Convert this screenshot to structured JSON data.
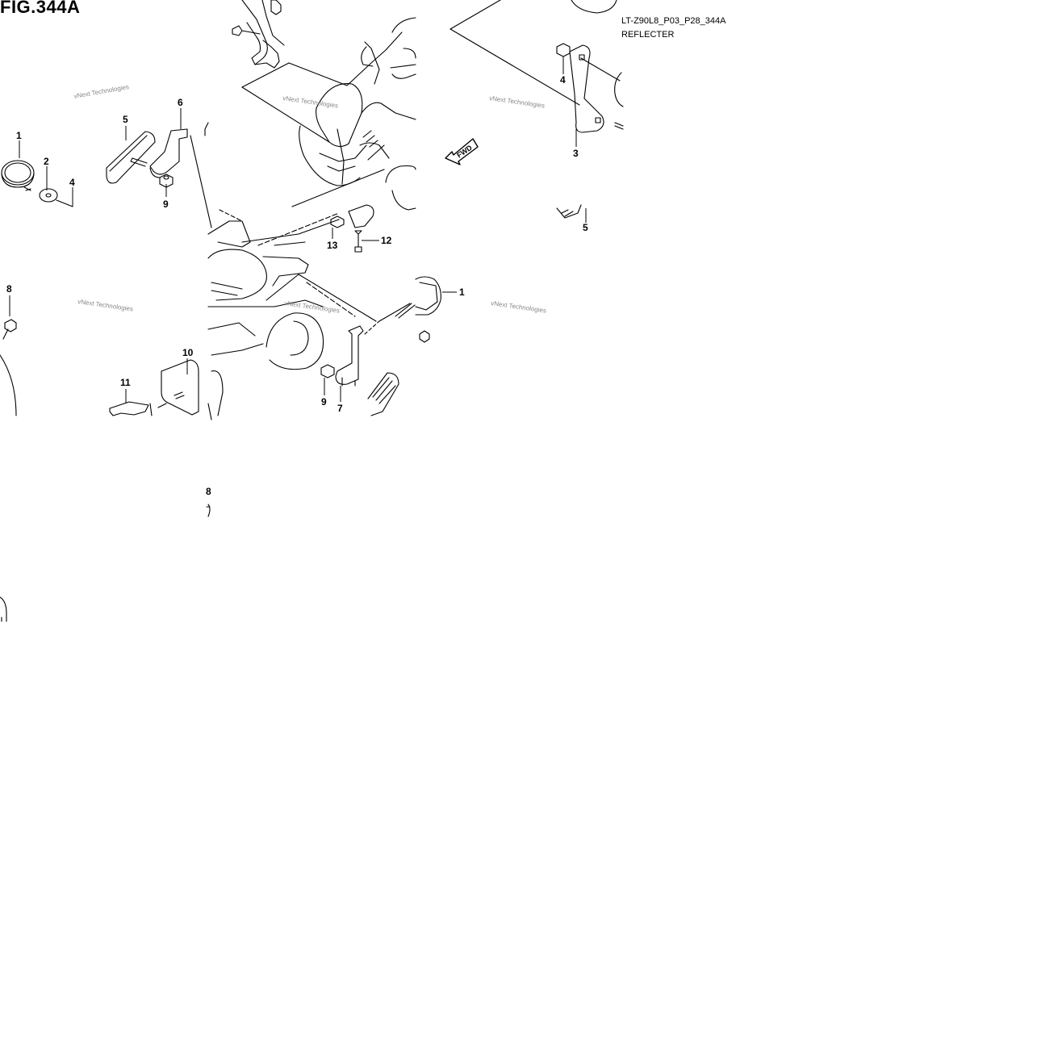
{
  "figure": {
    "title": "FIG.344A",
    "code": "LT-Z90L8_P03_P28_344A",
    "name": "REFLECTER"
  },
  "fwd_label": "FWD",
  "watermark": "vNext Technologies",
  "callouts": {
    "c1": "1",
    "c2": "2",
    "c4": "4",
    "c5": "5",
    "c6": "6",
    "c9": "9",
    "c8": "8",
    "c10": "10",
    "c11": "11",
    "c13": "13",
    "c12": "12",
    "c9b": "9",
    "c7": "7",
    "c1b": "1",
    "c4b": "4",
    "c3": "3",
    "c5b": "5",
    "c8b": "8"
  }
}
